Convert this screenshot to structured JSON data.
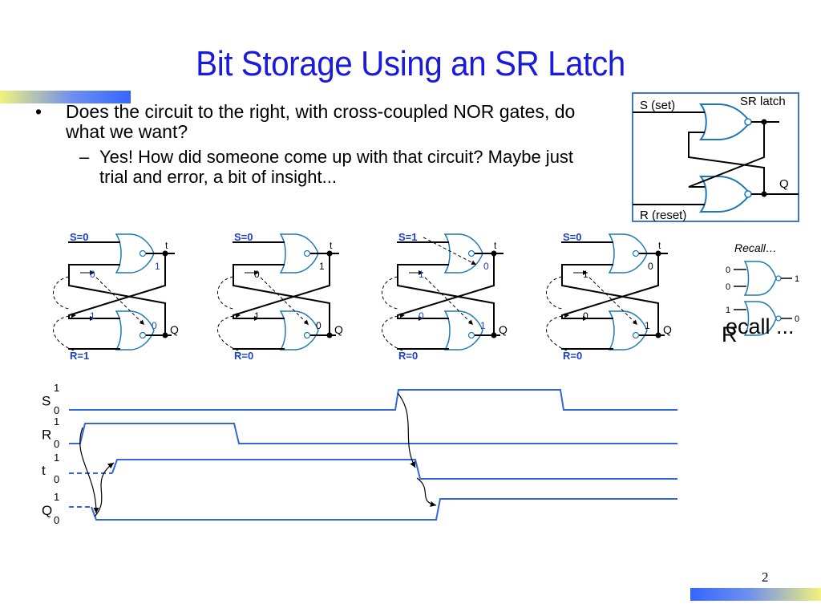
{
  "slide": {
    "title": "Bit Storage Using an SR Latch",
    "page_number": "2",
    "accent_colors": [
      "#3366ff",
      "#f2f27a"
    ]
  },
  "bullets": {
    "b1": "Does the circuit to the right, with cross-coupled NOR gates, do what we want?",
    "b2": "Yes! How did someone come up with that circuit? Maybe just trial and error, a bit of insight..."
  },
  "sr_latch": {
    "box_label": "SR latch",
    "s_label": "S (set)",
    "r_label": "R (reset)",
    "q_label": "Q"
  },
  "snapshots": [
    {
      "s": "S=0",
      "r": "R=1",
      "t": "t",
      "q": "Q",
      "top_in": "0",
      "top_out": "1",
      "bot_in": "1",
      "bot_out": "0"
    },
    {
      "s": "S=0",
      "r": "R=0",
      "t": "t",
      "q": "Q",
      "top_in": "0",
      "top_out": "1",
      "bot_in": "1",
      "bot_out": "0"
    },
    {
      "s": "S=1",
      "r": "R=0",
      "t": "t",
      "q": "Q",
      "top_in": "1",
      "top_out": "0",
      "bot_in": "0",
      "bot_out": "1"
    },
    {
      "s": "S=0",
      "r": "R=0",
      "t": "t",
      "q": "Q",
      "top_in": "1",
      "top_out": "0",
      "bot_in": "0",
      "bot_out": "1"
    }
  ],
  "recall": {
    "title": "Recall…",
    "gate1": {
      "in_a": "0",
      "in_b": "0",
      "out": "1"
    },
    "gate2": {
      "in_a": "1",
      "out": "0"
    },
    "overlay_text": "ecall ...",
    "overlay_glyphs": "R"
  },
  "timing": {
    "signals": [
      {
        "name": "S",
        "high": "1",
        "low": "0"
      },
      {
        "name": "R",
        "high": "1",
        "low": "0"
      },
      {
        "name": "t",
        "high": "1",
        "low": "0"
      },
      {
        "name": "Q",
        "high": "1",
        "low": "0"
      }
    ],
    "color": "#3366dd"
  }
}
